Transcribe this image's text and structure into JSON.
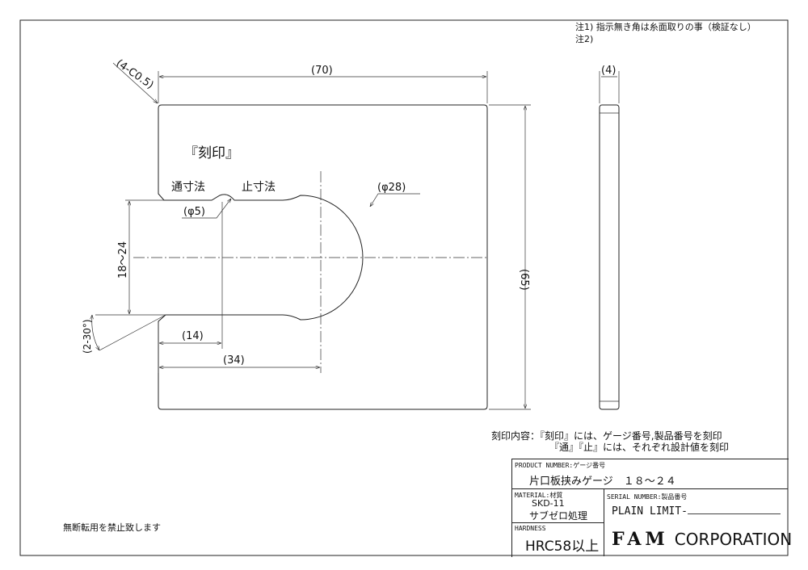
{
  "notes": {
    "note1": "注1) 指示無き角は糸面取りの事（検証なし）",
    "note2": "注2)"
  },
  "dimensions": {
    "chamfer": "(4-C0.5)",
    "width": "(70)",
    "height": "(65)",
    "thickness": "(4)",
    "circle_dia": "(φ28)",
    "notch_dia": "(φ5)",
    "range": "18～24",
    "angle": "(2-30°)",
    "go_pos": "(14)",
    "nogo_pos": "(34)"
  },
  "labels": {
    "engrave": "『刻印』",
    "go": "通寸法",
    "nogo": "止寸法"
  },
  "engrave_info": {
    "line1": "刻印内容：『刻印』には、ゲージ番号,製品番号を刻印",
    "line2": "『通』『止』には、それぞれ設計値を刻印"
  },
  "copyright": "無断転用を禁止致します",
  "title_block": {
    "product_label": "PRODUCT NUMBER:ゲージ番号",
    "product_value": "片口板挟みゲージ　１８～２４",
    "material_label": "MATERIAL:材質",
    "material_value1": "SKD-11",
    "material_value2": "サブゼロ処理",
    "serial_label": "SERIAL NUMBER:製品番号",
    "serial_value": "PLAIN LIMIT-",
    "hardness_label": "HARDNESS",
    "hardness_value": "HRC58以上",
    "company_logo": "FAM",
    "company_name": "CORPORATION"
  }
}
